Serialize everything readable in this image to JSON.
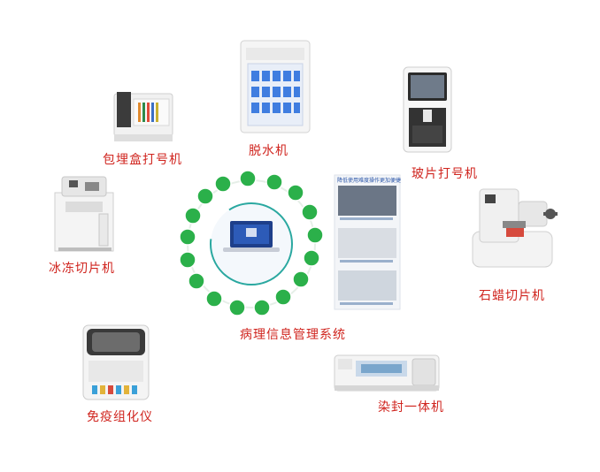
{
  "devices": {
    "embedding_printer": "包埋盒打号机",
    "dehydrator": "脱水机",
    "slide_printer": "玻片打号机",
    "cryostat": "冰冻切片机",
    "paraffin_microtome": "石蜡切片机",
    "immunostainer": "免疫组化仪",
    "stain_coverslipper": "染封一体机"
  },
  "center": {
    "system_title": "病理信息管理系统",
    "panel_heading": "降低使用难度操作更加便捷"
  },
  "colors": {
    "label": "#d0251f",
    "ring_green": "#2bb04a",
    "laptop_blue": "#1e3f8a"
  }
}
